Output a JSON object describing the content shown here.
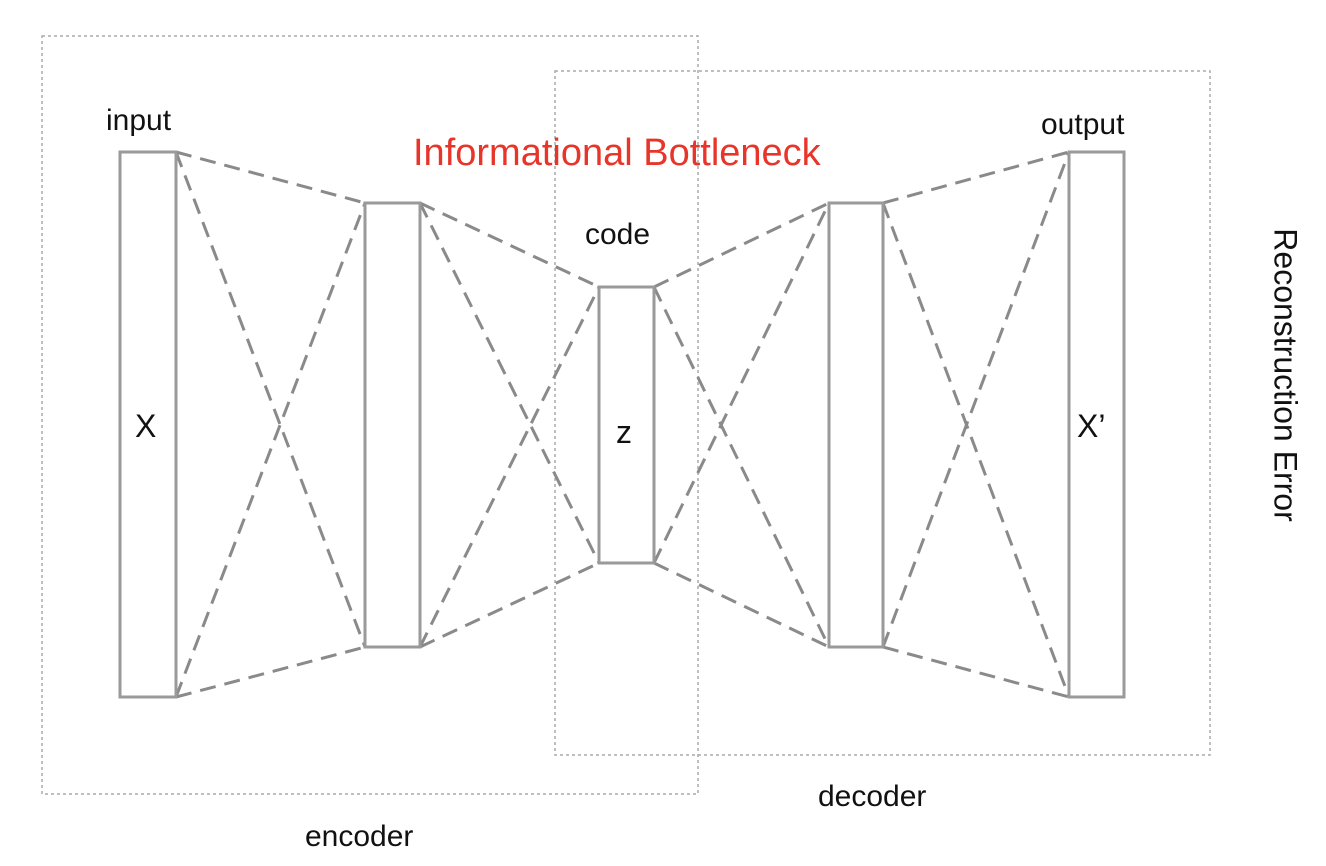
{
  "labels": {
    "input": "input",
    "output": "output",
    "code": "code",
    "x": "X",
    "z": "z",
    "x_prime": "X’",
    "encoder": "encoder",
    "decoder": "decoder",
    "bottleneck": "Informational Bottleneck",
    "reconstruction_error": "Reconstruction Error"
  },
  "colors": {
    "accent": "#e8352a",
    "line": "#8a8a8a",
    "box_border": "#aaaaaa",
    "layer_border": "#9a9a9a",
    "text": "#111111"
  }
}
